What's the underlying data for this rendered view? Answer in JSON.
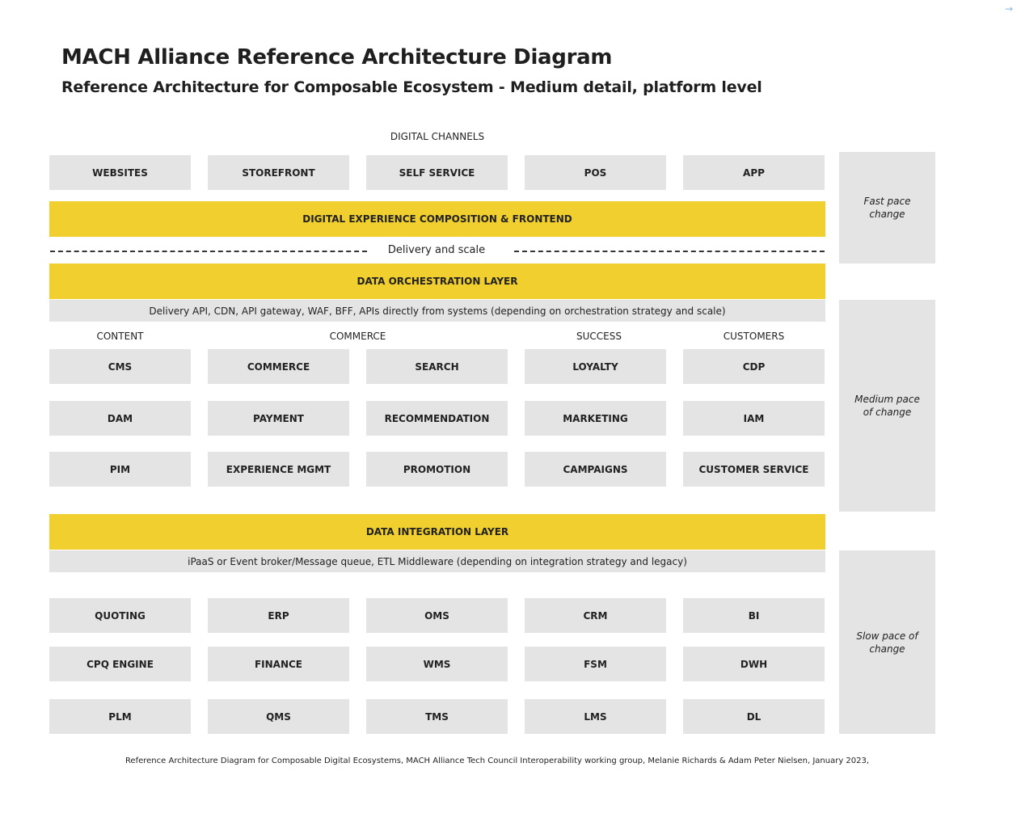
{
  "header": {
    "title": "MACH Alliance Reference Architecture Diagram",
    "subtitle": "Reference Architecture for Composable Ecosystem - Medium detail, platform level"
  },
  "channels": {
    "heading": "DIGITAL CHANNELS",
    "items": [
      "WEBSITES",
      "STOREFRONT",
      "SELF SERVICE",
      "POS",
      "APP"
    ]
  },
  "experience_layer": "DIGITAL EXPERIENCE COMPOSITION & FRONTEND",
  "delivery_label": "Delivery and scale",
  "orchestration": {
    "title": "DATA ORCHESTRATION LAYER",
    "description": "Delivery API, CDN, API gateway, WAF, BFF, APIs directly from systems (depending on orchestration strategy and scale)"
  },
  "category_labels": {
    "content": "CONTENT",
    "commerce": "COMMERCE",
    "success": "SUCCESS",
    "customers": "CUSTOMERS"
  },
  "middle_rows": [
    [
      "CMS",
      "COMMERCE",
      "SEARCH",
      "LOYALTY",
      "CDP"
    ],
    [
      "DAM",
      "PAYMENT",
      "RECOMMENDATION",
      "MARKETING",
      "IAM"
    ],
    [
      "PIM",
      "EXPERIENCE MGMT",
      "PROMOTION",
      "CAMPAIGNS",
      "CUSTOMER SERVICE"
    ]
  ],
  "integration": {
    "title": "DATA INTEGRATION LAYER",
    "description": "iPaaS or Event broker/Message queue, ETL Middleware (depending on integration strategy and legacy)"
  },
  "bottom_rows": [
    [
      "QUOTING",
      "ERP",
      "OMS",
      "CRM",
      "BI"
    ],
    [
      "CPQ ENGINE",
      "FINANCE",
      "WMS",
      "FSM",
      "DWH"
    ],
    [
      "PLM",
      "QMS",
      "TMS",
      "LMS",
      "DL"
    ]
  ],
  "pace": {
    "fast": "Fast pace change",
    "medium": "Medium pace of change",
    "slow": "Slow pace of change"
  },
  "footer": "Reference Architecture Diagram for Composable Digital Ecosystems, MACH Alliance Tech Council Interoperability working group, Melanie Richards & Adam Peter Nielsen, January 2023,",
  "icons": {
    "corner": "arrow-right-icon"
  }
}
